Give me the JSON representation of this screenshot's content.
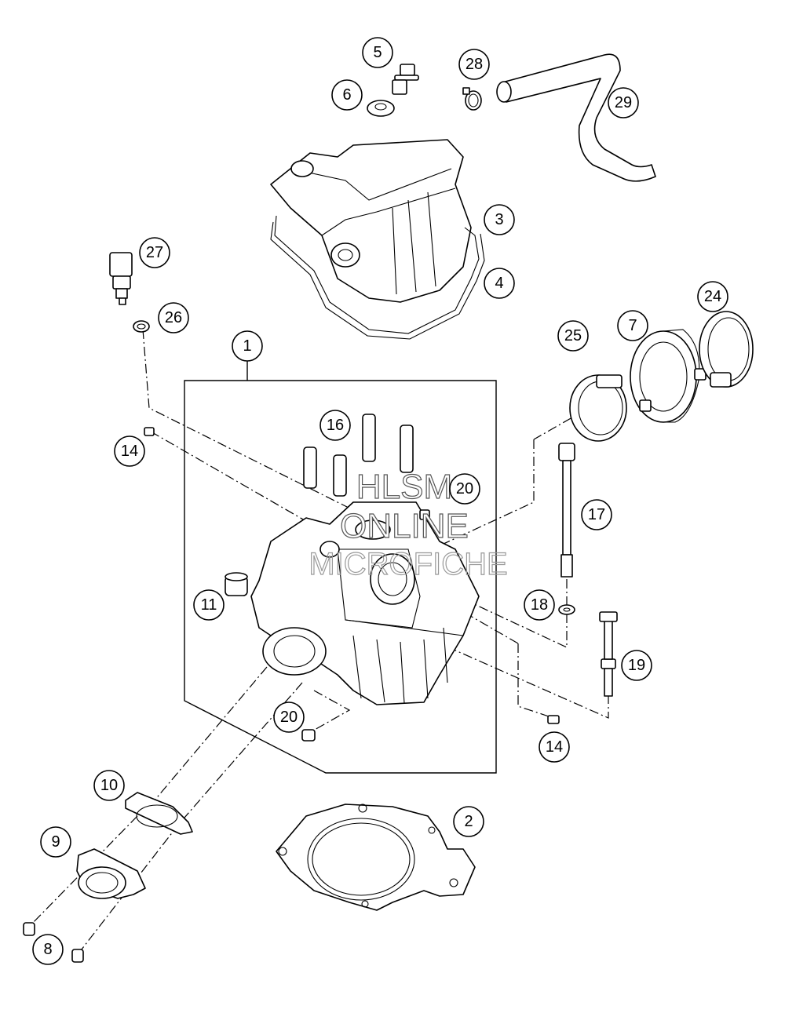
{
  "callouts": {
    "c1": "1",
    "c2": "2",
    "c3": "3",
    "c4": "4",
    "c5": "5",
    "c6": "6",
    "c7": "7",
    "c8": "8",
    "c9": "9",
    "c10": "10",
    "c11": "11",
    "c14a": "14",
    "c14b": "14",
    "c16": "16",
    "c17": "17",
    "c18": "18",
    "c19": "19",
    "c20a": "20",
    "c20b": "20",
    "c24": "24",
    "c25": "25",
    "c26": "26",
    "c27": "27",
    "c28": "28",
    "c29": "29"
  },
  "watermark": {
    "line1": "HLSM",
    "line2": "ONLINE",
    "line3": "MICROFICHE"
  }
}
